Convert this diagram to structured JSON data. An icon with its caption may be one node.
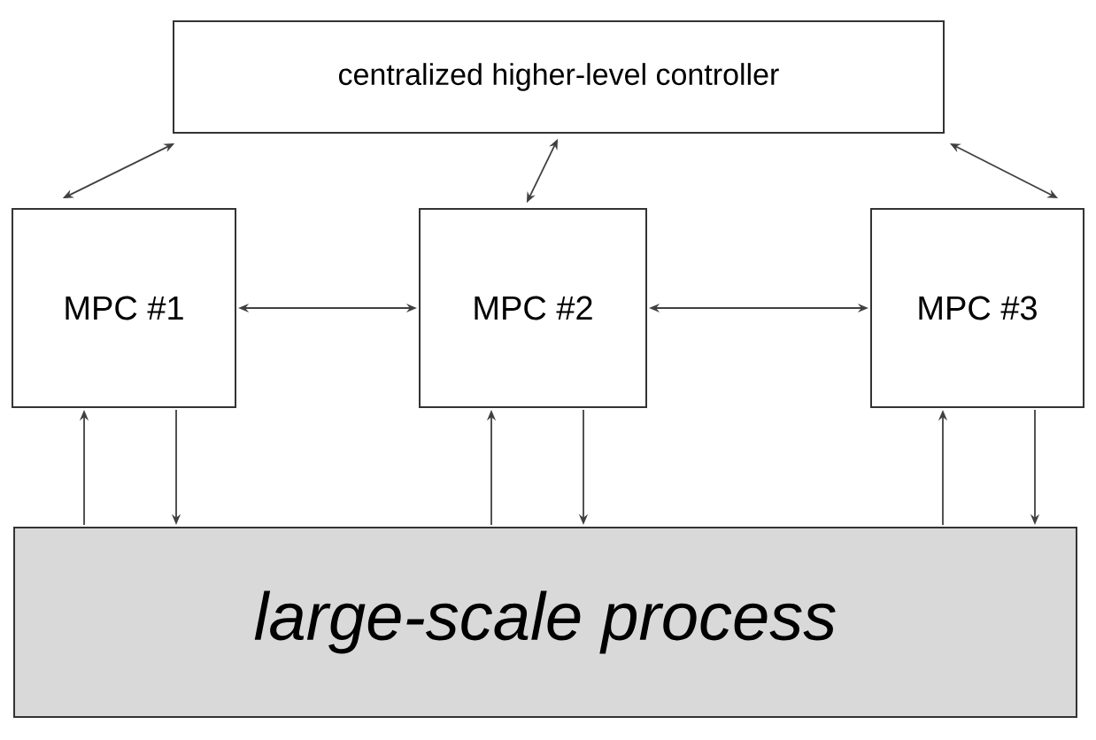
{
  "diagram": {
    "nodes": [
      {
        "text": [
          "centralized higher-level controller"
        ]
      },
      {
        "text": [
          "MPC #1"
        ]
      },
      {
        "text": [
          "MPC #2"
        ]
      },
      {
        "text": [
          "MPC #3"
        ]
      },
      {
        "text": [
          "*large-scale process*"
        ]
      }
    ],
    "edges": [
      {
        "from": 0,
        "to": 1,
        "arrow": "both"
      },
      {
        "from": 0,
        "to": 2,
        "arrow": "both"
      },
      {
        "from": 0,
        "to": 3,
        "arrow": "both"
      },
      {
        "from": 1,
        "to": 2,
        "arrow": "both"
      },
      {
        "from": 2,
        "to": 3,
        "arrow": "both"
      },
      {
        "from": 4,
        "to": 1,
        "arrow": "to"
      },
      {
        "from": 1,
        "to": 4,
        "arrow": "to"
      },
      {
        "from": 4,
        "to": 2,
        "arrow": "to"
      },
      {
        "from": 2,
        "to": 4,
        "arrow": "to"
      },
      {
        "from": 4,
        "to": 3,
        "arrow": "to"
      },
      {
        "from": 3,
        "to": 4,
        "arrow": "to"
      }
    ]
  }
}
